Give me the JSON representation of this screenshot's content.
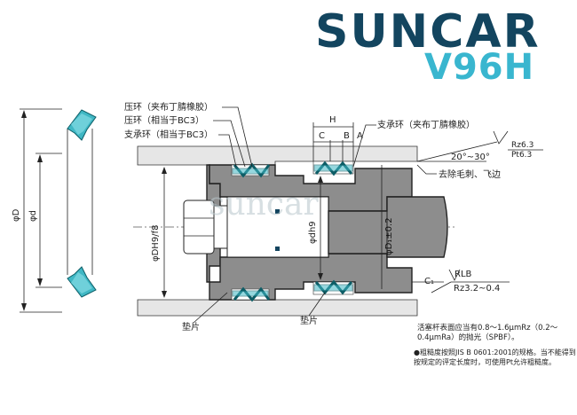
{
  "brand": {
    "name": "SUNCAR",
    "model": "V96H",
    "watermark": "suncar"
  },
  "labels": {
    "press_ring_fabric": "压环（夹布丁腈橡胶）",
    "press_ring_bc3": "压环（相当于BC3）",
    "support_ring_bc3": "支承环（相当于BC3）",
    "support_ring_fabric": "支承环（夹布丁腈橡胶）",
    "h": "H",
    "c": "C",
    "b": "B",
    "a": "A",
    "angle": "20°~30°",
    "rz": "Rz6.3",
    "pt": "Pt6.3",
    "deburr": "去除毛刺、飞边",
    "phi_big_d": "φD",
    "phi_small_d": "φd",
    "phi_dh": "φDH9/f8",
    "phi_dh9": "φdh9",
    "phi_d1": "φD₁±0.2",
    "rlb": "RLB",
    "c1": "C₁",
    "rz_range": "Rz3.2~0.4",
    "gasket_left": "垫片",
    "gasket_right": "垫片"
  },
  "notes": {
    "line1": "活塞杆表面应当有0.8～1.6μmRz（0.2～",
    "line2": "0.4μmRa）的抛光（SPBF）。",
    "line3": "●粗糙度按照JIS B 0601:2001的规格。当不能得到",
    "line4": "按规定的评定长度时，可使用Pt允许粗糙度。"
  },
  "colors": {
    "brand_dark": "#13455f",
    "brand_light": "#39b6cf",
    "seal": "#3fb7c4",
    "steel": "#8d8d8d"
  }
}
